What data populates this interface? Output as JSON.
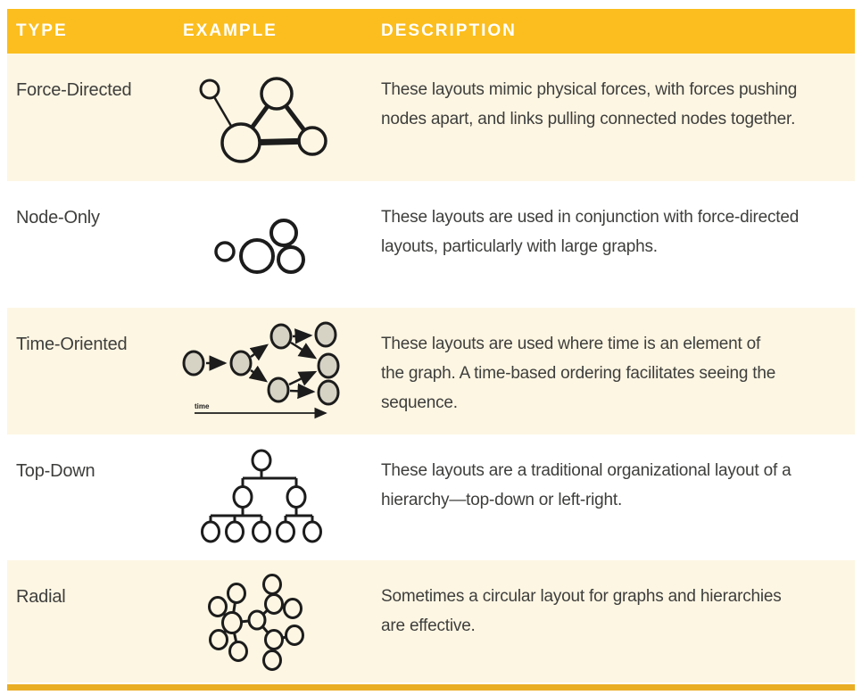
{
  "table": {
    "header": {
      "type": "TYPE",
      "example": "EXAMPLE",
      "description": "DESCRIPTION"
    },
    "rows": [
      {
        "type": "Force-Directed",
        "diagram": "force-directed-graph",
        "description": "These layouts mimic physical forces, with forces pushing\nnodes apart, and links pulling connected nodes together."
      },
      {
        "type": "Node-Only",
        "diagram": "node-only-cluster",
        "description": "These layouts are used in conjunction with force-directed\nlayouts, particularly with large graphs."
      },
      {
        "type": "Time-Oriented",
        "diagram": "time-oriented-graph",
        "diagram_label": "time",
        "description": "These layouts are used where time is an element of\nthe graph. A time-based ordering facilitates seeing the\nsequence."
      },
      {
        "type": "Top-Down",
        "diagram": "top-down-tree",
        "description": "These layouts are a traditional organizational layout of a\nhierarchy—top-down or left-right."
      },
      {
        "type": "Radial",
        "diagram": "radial-graph",
        "description": "Sometimes a circular layout for graphs and hierarchies\nare effective."
      }
    ],
    "colors": {
      "header_bg": "#FBBE1E",
      "bottom_bar": "#EAAE25",
      "row_alt_bg": "#FDF6E3",
      "row_bg": "#FFFFFF",
      "text": "#3E3E3C",
      "node_fill": "#D6D2C4",
      "ink": "#1C1C1C"
    }
  }
}
